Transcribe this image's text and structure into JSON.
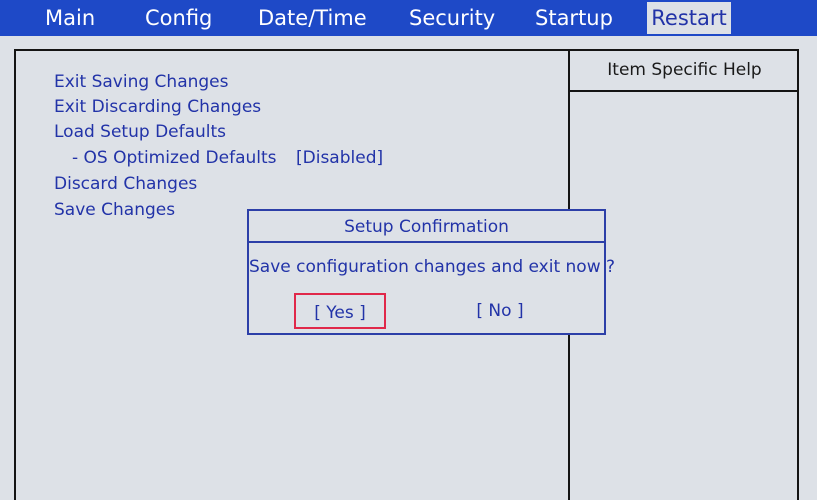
{
  "menu": {
    "tabs": [
      {
        "label": "Main"
      },
      {
        "label": "Config"
      },
      {
        "label": "Date/Time"
      },
      {
        "label": "Security"
      },
      {
        "label": "Startup"
      },
      {
        "label": "Restart"
      }
    ],
    "active_tab": "Restart"
  },
  "main": {
    "items": [
      {
        "label": "Exit Saving Changes"
      },
      {
        "label": "Exit Discarding Changes"
      },
      {
        "label": "Load Setup Defaults"
      },
      {
        "label": "- OS Optimized Defaults",
        "value": "[Disabled]"
      },
      {
        "label": "Discard Changes"
      },
      {
        "label": "Save Changes"
      }
    ]
  },
  "help": {
    "title": "Item Specific Help"
  },
  "dialog": {
    "title": "Setup Confirmation",
    "message": "Save configuration changes and exit now ?",
    "yes_label": "[ Yes ]",
    "no_label": "[ No ]"
  },
  "colors": {
    "menubar": "#1e49c7",
    "background": "#dde1e7",
    "text": "#2233a8",
    "selection_border": "#e0284a"
  }
}
